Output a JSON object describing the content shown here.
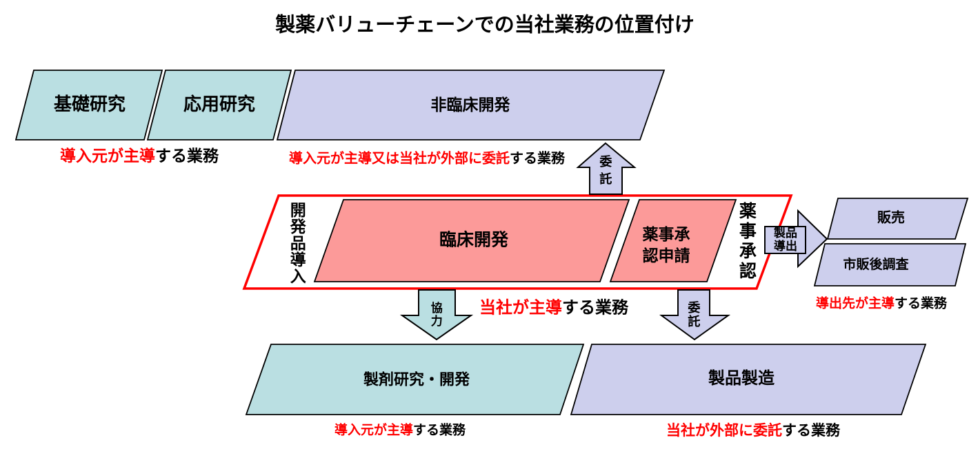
{
  "title": "製薬バリューチェーンでの当社業務の位置付け",
  "colors": {
    "teal": "#badfe2",
    "lavender": "#cdcfed",
    "pink": "#fc9a99",
    "red": "#ff0000"
  },
  "top_row": {
    "basic_research": "基礎研究",
    "applied_research": "応用研究",
    "nonclinical_development": "非臨床開発",
    "annotation_left": {
      "red": "導入元が主導",
      "black": "する業務"
    },
    "annotation_mid": {
      "red": "導入元が主導又は当社が外部に委託",
      "black": "する業務"
    }
  },
  "middle_row": {
    "license_in_vertical": "開発品導入",
    "clinical_development": "臨床開発",
    "approval_application": "薬事承認申請",
    "approval_vertical": "薬事承認",
    "annotation": {
      "red": "当社が主導",
      "black": "する業務"
    }
  },
  "arrows": {
    "outsource_up": "委託",
    "cooperation_down": "協力",
    "outsource_down": "委託",
    "license_out": "製品導出"
  },
  "right_column": {
    "sales": "販売",
    "post_marketing_survey": "市販後調査",
    "annotation": {
      "red": "導出先が主導",
      "black": "する業務"
    }
  },
  "bottom_row": {
    "formulation_rnd": "製剤研究・開発",
    "product_manufacturing": "製品製造",
    "annotation_left": {
      "red": "導入元が主導",
      "black": "する業務"
    },
    "annotation_right": {
      "red": "当社が外部に委託",
      "black": "する業務"
    }
  }
}
